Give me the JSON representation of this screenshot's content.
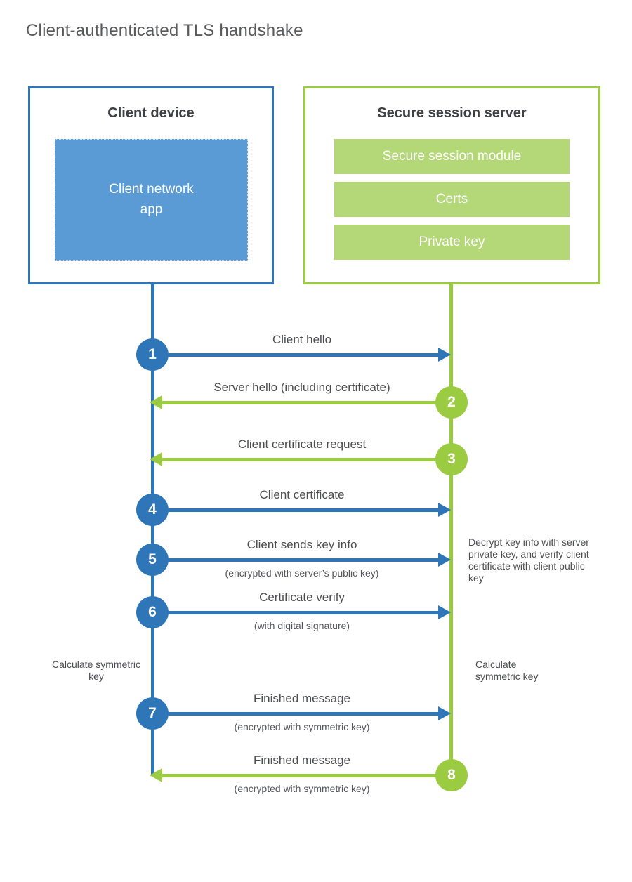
{
  "title": "Client-authenticated TLS handshake",
  "colors": {
    "client_blue": "#2e76b8",
    "client_blue_light": "#5b9bd5",
    "server_green": "#9bcb41",
    "server_green_light": "#b4d778"
  },
  "client": {
    "title": "Client device",
    "app_label": "Client network app"
  },
  "server": {
    "title": "Secure session server",
    "modules": [
      "Secure session module",
      "Certs",
      "Private key"
    ]
  },
  "steps": [
    {
      "num": "1",
      "from": "client",
      "label": "Client hello",
      "sub": ""
    },
    {
      "num": "2",
      "from": "server",
      "label": "Server hello (including certificate)",
      "sub": ""
    },
    {
      "num": "3",
      "from": "server",
      "label": "Client certificate request",
      "sub": ""
    },
    {
      "num": "4",
      "from": "client",
      "label": "Client certificate",
      "sub": ""
    },
    {
      "num": "5",
      "from": "client",
      "label": "Client sends key info",
      "sub": "(encrypted with server’s public key)"
    },
    {
      "num": "6",
      "from": "client",
      "label": "Certificate verify",
      "sub": "(with digital signature)"
    },
    {
      "num": "7",
      "from": "client",
      "label": "Finished message",
      "sub": "(encrypted with symmetric key)"
    },
    {
      "num": "8",
      "from": "server",
      "label": "Finished message",
      "sub": "(encrypted with symmetric key)"
    }
  ],
  "annotations": {
    "server_decrypt_note": "Decrypt key info with server private key, and verify client certificate with client public key",
    "client_calc_note": "Calculate symmetric key",
    "server_calc_note": "Calculate symmetric key"
  }
}
